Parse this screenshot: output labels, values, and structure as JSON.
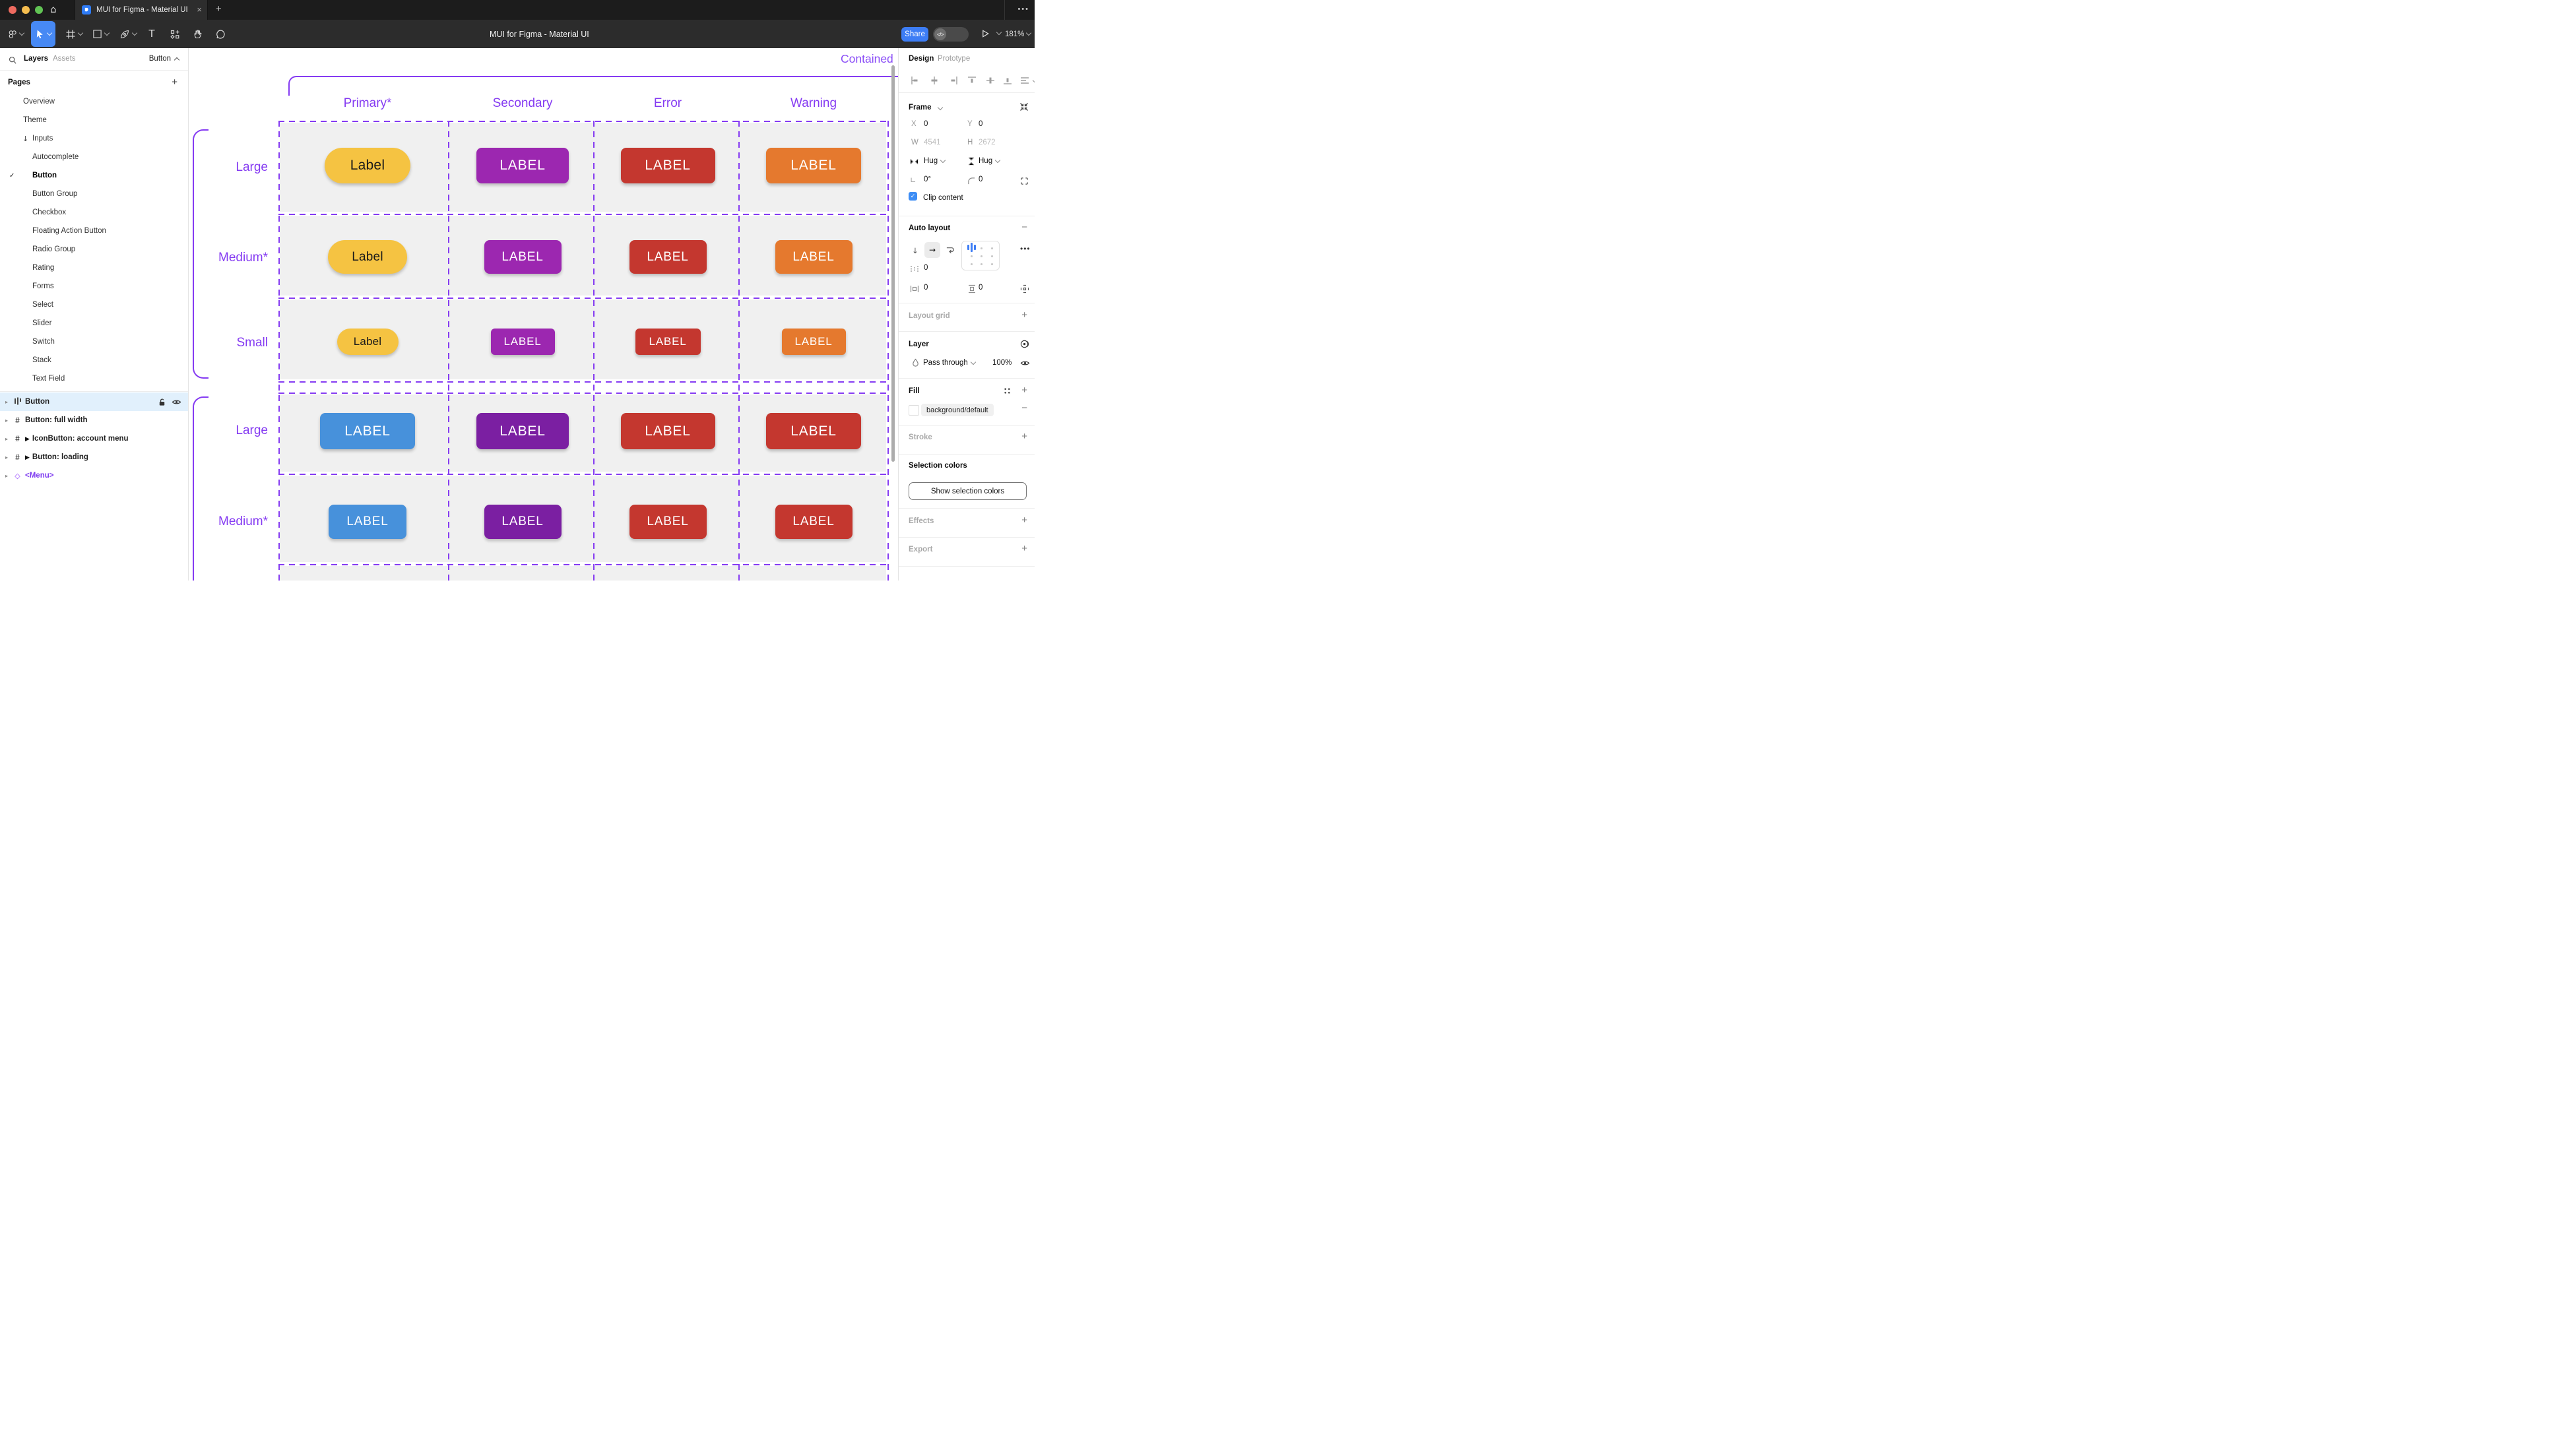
{
  "window": {
    "tab": {
      "title": "MUI for Figma - Material UI"
    },
    "close_tab": "×",
    "new_tab": "+",
    "home_glyph": "⌂",
    "overflow_menu": "•••"
  },
  "toolbar": {
    "document_title": "MUI for Figma - Material UI",
    "share_label": "Share",
    "dev_mode_glyph": "</>",
    "zoom_level": "181%"
  },
  "left_panel": {
    "tabs": {
      "layers": "Layers",
      "assets": "Assets"
    },
    "page_selector": "Button",
    "pages_header": "Pages",
    "pages_add": "+",
    "pages": [
      {
        "label": "Overview",
        "indent": 1
      },
      {
        "label": "Theme",
        "indent": 1
      },
      {
        "label": "Inputs",
        "indent": 1,
        "arrow": true
      },
      {
        "label": "Autocomplete",
        "indent": 2
      },
      {
        "label": "Button",
        "indent": 2,
        "checked": true
      },
      {
        "label": "Button Group",
        "indent": 2
      },
      {
        "label": "Checkbox",
        "indent": 2
      },
      {
        "label": "Floating Action Button",
        "indent": 2
      },
      {
        "label": "Radio Group",
        "indent": 2
      },
      {
        "label": "Rating",
        "indent": 2
      },
      {
        "label": "Forms",
        "indent": 2
      },
      {
        "label": "Select",
        "indent": 2
      },
      {
        "label": "Slider",
        "indent": 2
      },
      {
        "label": "Switch",
        "indent": 2
      },
      {
        "label": "Stack",
        "indent": 2
      },
      {
        "label": "Text Field",
        "indent": 2
      }
    ],
    "layers": [
      {
        "label": "Button",
        "icon": "auto-layout",
        "selected": true
      },
      {
        "label": "Button: full width",
        "icon": "frame"
      },
      {
        "label": "IconButton: account menu",
        "icon": "frame",
        "expand_arrow": true
      },
      {
        "label": "Button: loading",
        "icon": "frame",
        "expand_arrow": true
      },
      {
        "label": "<Menu>",
        "icon": "instance",
        "component": true
      }
    ]
  },
  "canvas": {
    "frame_title": "Contained",
    "column_headers": [
      "Primary*",
      "Secondary",
      "Error",
      "Warning"
    ],
    "row_groups": [
      {
        "rows": [
          {
            "size": "Large",
            "cells": [
              {
                "text": "Label",
                "variant": "primary_custom"
              },
              {
                "text": "LABEL",
                "variant": "secondary"
              },
              {
                "text": "LABEL",
                "variant": "error"
              },
              {
                "text": "LABEL",
                "variant": "warning"
              }
            ]
          },
          {
            "size": "Medium*",
            "cells": [
              {
                "text": "Label",
                "variant": "primary_custom"
              },
              {
                "text": "LABEL",
                "variant": "secondary"
              },
              {
                "text": "LABEL",
                "variant": "error"
              },
              {
                "text": "LABEL",
                "variant": "warning"
              }
            ]
          },
          {
            "size": "Small",
            "cells": [
              {
                "text": "Label",
                "variant": "primary_custom"
              },
              {
                "text": "LABEL",
                "variant": "secondary"
              },
              {
                "text": "LABEL",
                "variant": "error"
              },
              {
                "text": "LABEL",
                "variant": "warning"
              }
            ]
          }
        ]
      },
      {
        "rows": [
          {
            "size": "Large",
            "cells": [
              {
                "text": "LABEL",
                "variant": "primary"
              },
              {
                "text": "LABEL",
                "variant": "secondary_dark"
              },
              {
                "text": "LABEL",
                "variant": "error"
              },
              {
                "text": "LABEL",
                "variant": "error"
              }
            ]
          },
          {
            "size": "Medium*",
            "cells": [
              {
                "text": "LABEL",
                "variant": "primary"
              },
              {
                "text": "LABEL",
                "variant": "secondary_dark"
              },
              {
                "text": "LABEL",
                "variant": "error"
              },
              {
                "text": "LABEL",
                "variant": "error"
              }
            ]
          }
        ]
      }
    ],
    "variant_colors": {
      "primary_custom": {
        "bg": "#F5C342",
        "fg": "#1A1A1A",
        "pill": true
      },
      "secondary": {
        "bg": "#9C27B0",
        "fg": "#FFFFFF"
      },
      "secondary_dark": {
        "bg": "#7B1FA2",
        "fg": "#FFFFFF"
      },
      "error": {
        "bg": "#C4372F",
        "fg": "#FFFFFF"
      },
      "warning": {
        "bg": "#E5792E",
        "fg": "#FFFFFF"
      },
      "primary": {
        "bg": "#4791DB",
        "fg": "#FFFFFF"
      }
    },
    "annotation_color": "#853BF2"
  },
  "right_panel": {
    "tabs": {
      "design": "Design",
      "prototype": "Prototype"
    },
    "frame": {
      "title": "Frame",
      "x_label": "X",
      "x": "0",
      "y_label": "Y",
      "y": "0",
      "w_label": "W",
      "w": "4541",
      "h_label": "H",
      "h": "2672",
      "hug_h": "Hug",
      "hug_v": "Hug",
      "rotation": "0°",
      "corner_radius": "0",
      "clip_label": "Clip content"
    },
    "auto_layout": {
      "title": "Auto layout",
      "gap": "0",
      "padding_h": "0",
      "padding_v": "0"
    },
    "layout_grid": {
      "title": "Layout grid"
    },
    "layer": {
      "title": "Layer",
      "blend_mode": "Pass through",
      "opacity": "100%"
    },
    "fill": {
      "title": "Fill",
      "token": "background/default"
    },
    "stroke": {
      "title": "Stroke"
    },
    "selection_colors": {
      "title": "Selection colors",
      "button_label": "Show selection colors"
    },
    "effects": {
      "title": "Effects"
    },
    "export": {
      "title": "Export"
    }
  }
}
